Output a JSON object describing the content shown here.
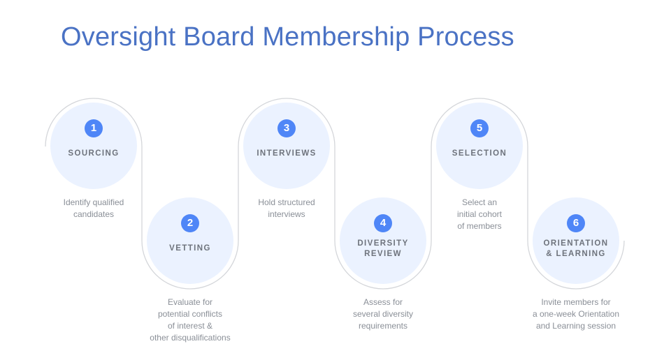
{
  "title": "Oversight Board Membership Process",
  "colors": {
    "title": "#4a72c4",
    "badge": "#4f86f7",
    "circle": "#ebf2ff",
    "path": "#d4d6da"
  },
  "steps": [
    {
      "number": "1",
      "label": "SOURCING",
      "description": [
        "Identify qualified",
        "candidates"
      ]
    },
    {
      "number": "2",
      "label": "VETTING",
      "description": [
        "Evaluate for",
        "potential conflicts",
        "of interest &",
        "other disqualifications"
      ]
    },
    {
      "number": "3",
      "label": "INTERVIEWS",
      "description": [
        "Hold structured",
        "interviews"
      ]
    },
    {
      "number": "4",
      "label": [
        "DIVERSITY",
        "REVIEW"
      ],
      "description": [
        "Assess for",
        "several diversity",
        "requirements"
      ]
    },
    {
      "number": "5",
      "label": "SELECTION",
      "description": [
        "Select an",
        "initial cohort",
        "of members"
      ]
    },
    {
      "number": "6",
      "label": [
        "ORIENTATION",
        "& LEARNING"
      ],
      "description": [
        "Invite members for",
        "a one-week Orientation",
        "and Learning session"
      ]
    }
  ]
}
